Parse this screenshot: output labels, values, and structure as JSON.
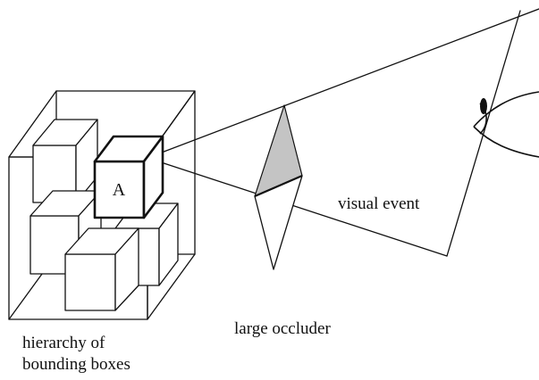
{
  "labels": {
    "box_a": "A",
    "visual_event": "visual event",
    "large_occluder": "large occluder",
    "hierarchy_line1": "hierarchy of",
    "hierarchy_line2": "bounding boxes"
  },
  "colors": {
    "ink": "#111111",
    "occluder_upper": "#c4c4c4",
    "occluder_lower": "#ffffff",
    "background": "#ffffff"
  },
  "icons": {
    "viewer": "eye-icon"
  }
}
